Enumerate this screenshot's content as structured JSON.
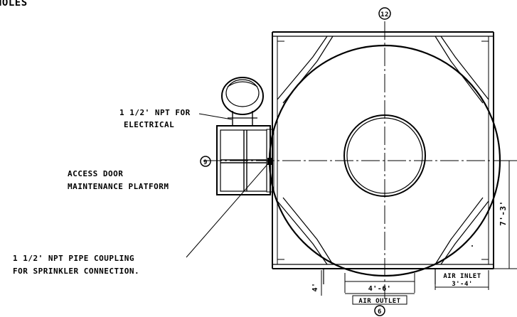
{
  "header_fragment": "HOLES",
  "callouts": {
    "electrical_line1": "1 1/2' NPT FOR",
    "electrical_line2": "ELECTRICAL",
    "door_line1": "ACCESS DOOR",
    "door_line2": "MAINTENANCE PLATFORM",
    "sprinkler_line1": "1 1/2' NPT PIPE COUPLING",
    "sprinkler_line2": "FOR SPRINKLER CONNECTION."
  },
  "clock_markers": {
    "top": "12",
    "left": "9",
    "bottom": "6"
  },
  "dimensions": {
    "height_right": "7'-3'",
    "air_inlet_label": "AIR INLET",
    "air_inlet_value": "3'-4'",
    "air_outlet_value": "4'-6'",
    "air_outlet_label": "AIR OUTLET",
    "small_left": "4'"
  }
}
